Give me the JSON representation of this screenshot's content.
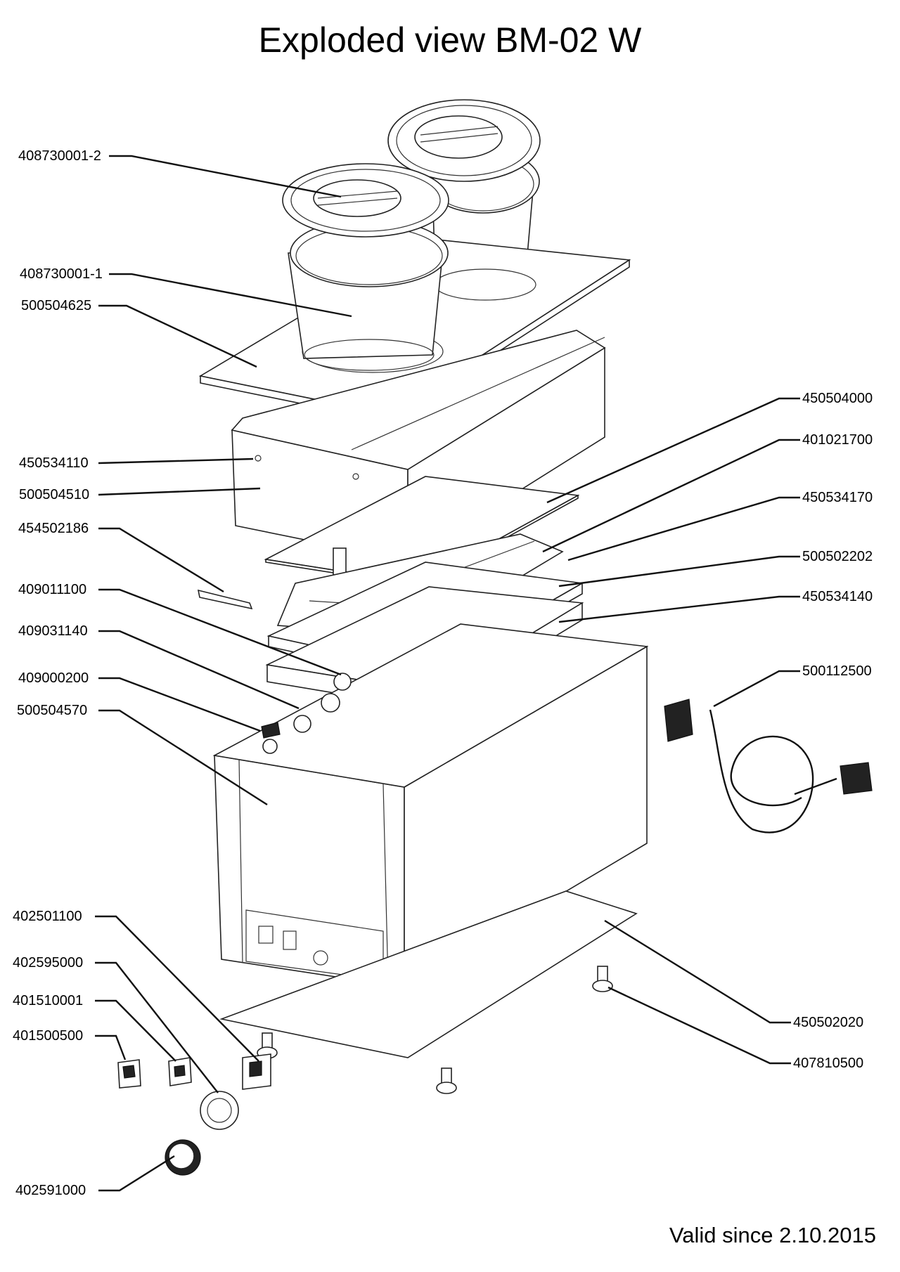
{
  "title": "Exploded view BM-02 W",
  "footer": "Valid since 2.10.2015",
  "labels_left": [
    {
      "id": "408730001-2",
      "text": "408730001-2"
    },
    {
      "id": "408730001-1",
      "text": "408730001-1"
    },
    {
      "id": "500504625",
      "text": "500504625"
    },
    {
      "id": "450534110",
      "text": "450534110"
    },
    {
      "id": "500504510",
      "text": "500504510"
    },
    {
      "id": "454502186",
      "text": "454502186"
    },
    {
      "id": "409011100",
      "text": "409011100"
    },
    {
      "id": "409031140",
      "text": "409031140"
    },
    {
      "id": "409000200",
      "text": "409000200"
    },
    {
      "id": "500504570",
      "text": "500504570"
    },
    {
      "id": "402501100",
      "text": "402501100"
    },
    {
      "id": "402595000",
      "text": "402595000"
    },
    {
      "id": "401510001",
      "text": "401510001"
    },
    {
      "id": "401500500",
      "text": "401500500"
    },
    {
      "id": "402591000",
      "text": "402591000"
    }
  ],
  "labels_right": [
    {
      "id": "450504000",
      "text": "450504000"
    },
    {
      "id": "401021700",
      "text": "401021700"
    },
    {
      "id": "450534170",
      "text": "450534170"
    },
    {
      "id": "500502202",
      "text": "500502202"
    },
    {
      "id": "450534140",
      "text": "450534140"
    },
    {
      "id": "500112500",
      "text": "500112500"
    },
    {
      "id": "450502020",
      "text": "450502020"
    },
    {
      "id": "407810500",
      "text": "407810500"
    }
  ]
}
